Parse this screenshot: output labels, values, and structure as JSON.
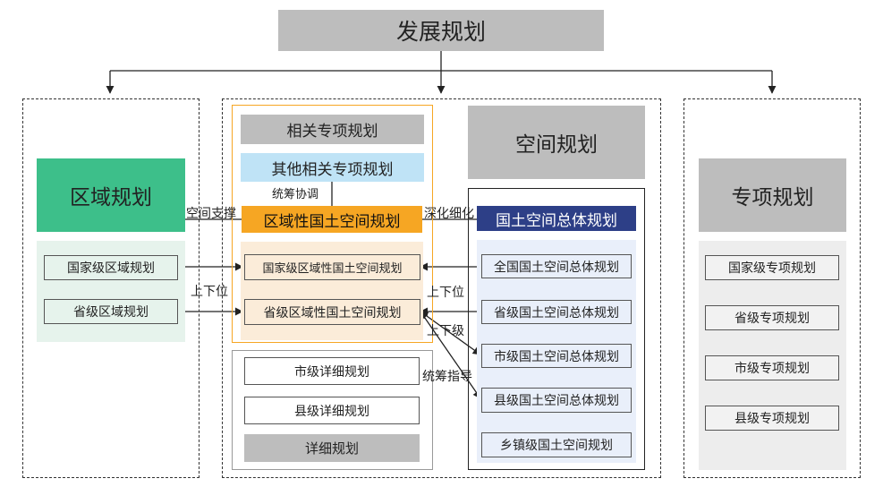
{
  "top": {
    "title": "发展规划"
  },
  "regional": {
    "title": "区域规划",
    "items": [
      "国家级区域规划",
      "省级区域规划"
    ]
  },
  "center": {
    "related": {
      "title": "相关专项规划",
      "other": "其他相关专项规划",
      "coordination": "统筹协调"
    },
    "regional_spatial": {
      "title": "区域性国土空间规划",
      "items": [
        "国家级区域性国土空间规划",
        "省级区域性国土空间规划"
      ]
    },
    "detailed": {
      "items": [
        "市级详细规划",
        "县级详细规划"
      ],
      "title": "详细规划"
    },
    "spatial": {
      "title": "空间规划",
      "master_title": "国土空间总体规划",
      "items": [
        "全国国土空间总体规划",
        "省级国土空间总体规划",
        "市级国土空间总体规划",
        "县级国土空间总体规划",
        "乡镇级国土空间规划"
      ]
    }
  },
  "special": {
    "title": "专项规划",
    "items": [
      "国家级专项规划",
      "省级专项规划",
      "市级专项规划",
      "县级专项规划"
    ]
  },
  "relations": {
    "spatial_support": "空间支撑",
    "deepen_refine": "深化细化",
    "hierarchy_left": "上下位",
    "hierarchy_right": "上下位",
    "level": "上下级",
    "overall_guidance": "统筹指导"
  },
  "colors": {
    "gray": "#bdbdbd",
    "green": "#3dbf8a",
    "orange": "#f6a623",
    "navy": "#2d3f87",
    "light_blue": "#bfe3f6"
  }
}
